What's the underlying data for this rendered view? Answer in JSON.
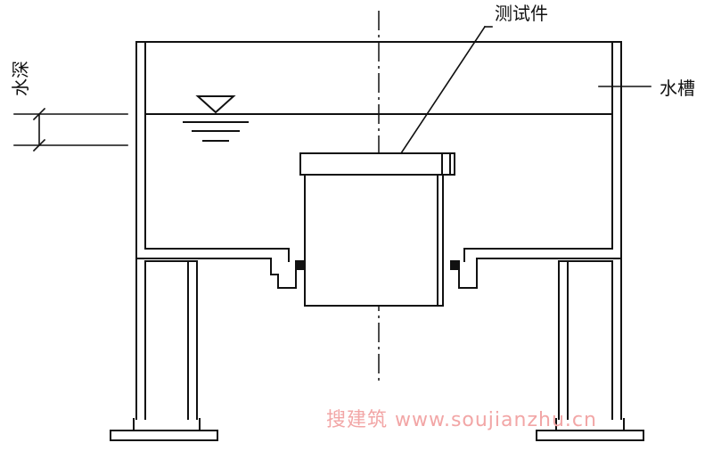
{
  "labels": {
    "water_depth": "水深",
    "test_piece": "测试件",
    "water_tank": "水槽"
  },
  "watermark": "搜建筑 www.soujianzhu.cn",
  "colors": {
    "line": "#111111",
    "watermark": "#f2a6a6",
    "background": "#ffffff"
  }
}
